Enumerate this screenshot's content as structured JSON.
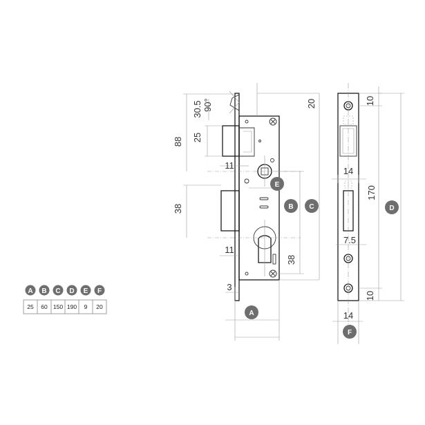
{
  "dimensions": {
    "d_90deg": "90°",
    "d_30_5": "30.5",
    "d_20": "20",
    "d_25": "25",
    "d_88": "88",
    "d_11_top": "11",
    "d_38_left": "38",
    "d_11_bottom": "11",
    "d_38_right": "38",
    "d_3": "3",
    "d_10_top": "10",
    "d_14_top": "14",
    "d_170": "170",
    "d_7_5": "7.5",
    "d_10_bottom": "10",
    "d_14_bottom": "14"
  },
  "callouts": {
    "A": "A",
    "B": "B",
    "C": "C",
    "D": "D",
    "E": "E",
    "F": "F"
  },
  "legend": {
    "headers": [
      "A",
      "B",
      "C",
      "D",
      "E",
      "F"
    ],
    "values": [
      "25",
      "60",
      "150",
      "190",
      "9",
      "20"
    ]
  }
}
